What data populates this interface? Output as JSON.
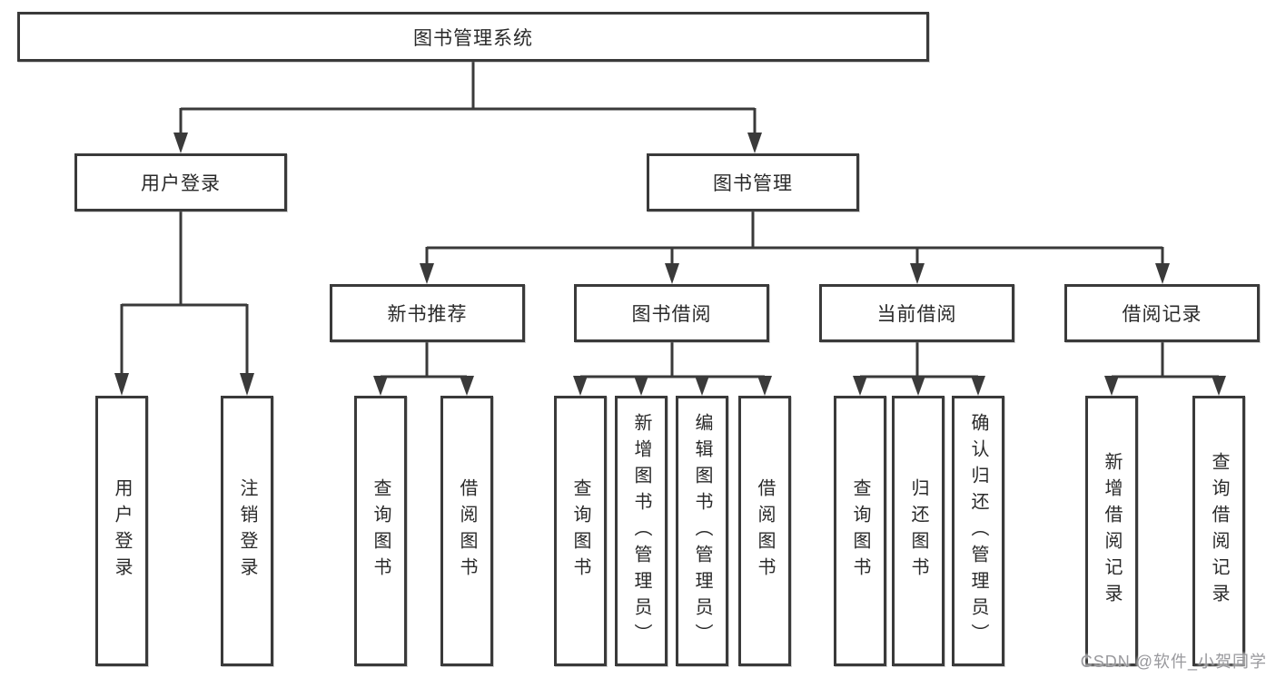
{
  "diagram": {
    "title_node": "图书管理系统",
    "nodes": {
      "user_login": "用户登录",
      "book_mgmt": "图书管理",
      "new_book": "新书推荐",
      "borrow": "图书借阅",
      "current": "当前借阅",
      "record": "借阅记录"
    },
    "leaves": {
      "user_login": [
        "用户登录",
        "注销登录"
      ],
      "new_book": [
        "查询图书",
        "借阅图书"
      ],
      "borrow": [
        "查询图书",
        "新增图书（管理员）",
        "编辑图书（管理员）",
        "借阅图书"
      ],
      "current": [
        "查询图书",
        "归还图书",
        "确认归还（管理员）"
      ],
      "record": [
        "新增借阅记录",
        "查询借阅记录"
      ]
    },
    "colors": {
      "line": "#3a3a3a",
      "text": "#2a2a2a",
      "background": "#ffffff",
      "watermark": "#949498"
    }
  },
  "watermark": {
    "text": "CSDN @软件_小贺同学"
  }
}
